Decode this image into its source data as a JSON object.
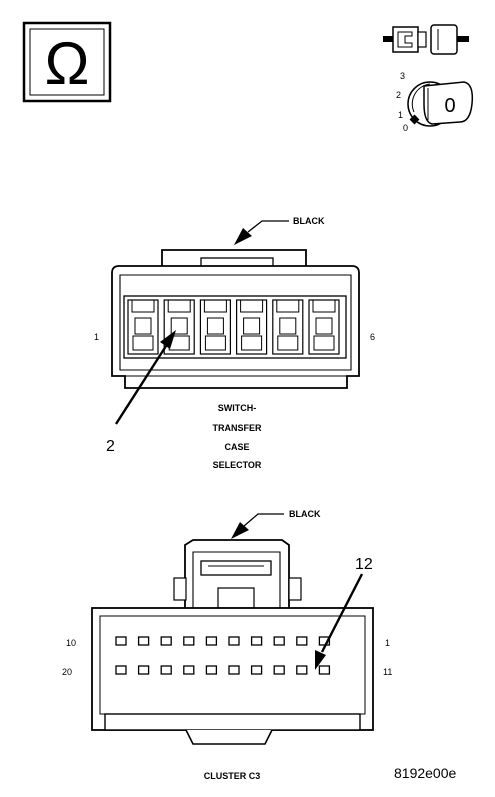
{
  "meter_icons": {
    "ohm_symbol": "Ω",
    "ignition_positions": [
      "3",
      "2",
      "1",
      "0"
    ],
    "key_position": "0"
  },
  "switch_connector": {
    "wire_color_label": "BLACK",
    "pin_first": "1",
    "pin_last": "6",
    "cavity_count": 6,
    "callout": "2",
    "caption_lines": [
      "SWITCH-",
      "TRANSFER",
      "CASE",
      "SELECTOR"
    ]
  },
  "cluster_connector": {
    "wire_color_label": "BLACK",
    "row1_left": "10",
    "row1_right": "1",
    "row2_left": "20",
    "row2_right": "11",
    "cavities_per_row": 10,
    "callout": "12",
    "caption": "CLUSTER C3"
  },
  "figure_id": "8192e00e"
}
